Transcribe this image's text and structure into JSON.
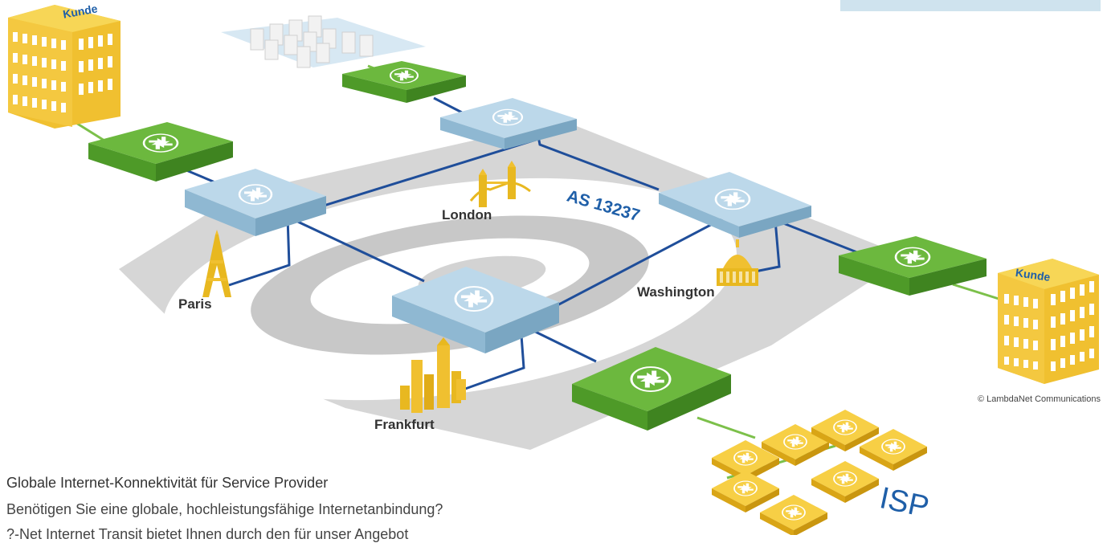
{
  "colors": {
    "link_blue": "#1f4e9a",
    "router_blue": "#bcd8ea",
    "router_green": "#5eaa36",
    "router_yellow": "#f0c030",
    "shadow_gray": "#d4d4d4",
    "text_blue": "#1f5fa8"
  },
  "diagram": {
    "as_label": "AS 13237",
    "cities": {
      "london": "London",
      "paris": "Paris",
      "washington": "Washington",
      "frankfurt": "Frankfurt"
    },
    "customer_label": "Kunde",
    "isp_label": "ISP",
    "icons": [
      "router-icon",
      "office-building-icon",
      "eiffel-tower-icon",
      "tower-bridge-icon",
      "capitol-icon",
      "skyline-icon",
      "datacenter-icon"
    ]
  },
  "credit": "© LambdaNet Communications",
  "text": {
    "headline": "Globale Internet-Konnektivität für Service Provider",
    "line1": "Benötigen Sie eine globale, hochleistungsfähige Internetanbindung?",
    "line2": "?-Net Internet Transit bietet Ihnen durch den für unser Angebot"
  }
}
